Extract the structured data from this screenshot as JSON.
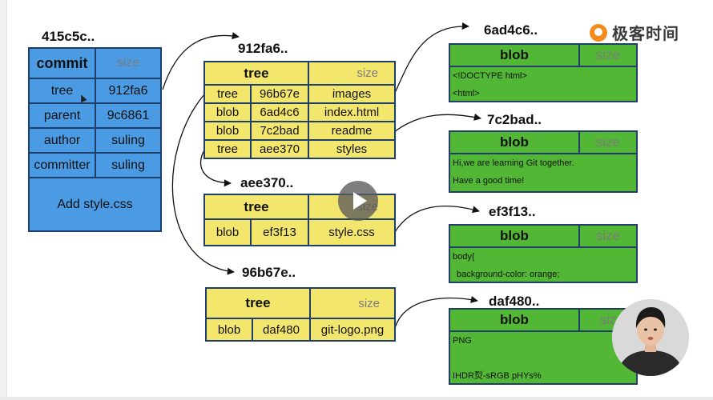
{
  "commit": {
    "hash": "415c5c..",
    "type": "commit",
    "size": "size",
    "rows": [
      {
        "key": "tree",
        "value": "912fa6"
      },
      {
        "key": "parent",
        "value": "9c6861"
      },
      {
        "key": "author",
        "value": "suling"
      },
      {
        "key": "committer",
        "value": "suling"
      }
    ],
    "message": "Add style.css"
  },
  "trees": [
    {
      "hash": "912fa6..",
      "type": "tree",
      "size": "size",
      "rows": [
        {
          "kind": "tree",
          "id": "96b67e",
          "name": "images"
        },
        {
          "kind": "blob",
          "id": "6ad4c6",
          "name": "index.html"
        },
        {
          "kind": "blob",
          "id": "7c2bad",
          "name": "readme"
        },
        {
          "kind": "tree",
          "id": "aee370",
          "name": "styles"
        }
      ]
    },
    {
      "hash": "aee370..",
      "type": "tree",
      "size": "size",
      "rows": [
        {
          "kind": "blob",
          "id": "ef3f13",
          "name": "style.css"
        }
      ]
    },
    {
      "hash": "96b67e..",
      "type": "tree",
      "size": "size",
      "rows": [
        {
          "kind": "blob",
          "id": "daf480",
          "name": "git-logo.png"
        }
      ]
    }
  ],
  "blobs": [
    {
      "hash": "6ad4c6..",
      "type": "blob",
      "size": "size",
      "lines": [
        "<!DOCTYPE html>",
        "<html>"
      ]
    },
    {
      "hash": "7c2bad..",
      "type": "blob",
      "size": "size",
      "lines": [
        "Hi,we are learning Git together.",
        "Have a good time!"
      ]
    },
    {
      "hash": "ef3f13..",
      "type": "blob",
      "size": "size",
      "lines": [
        "body{",
        "  background-color: orange;"
      ]
    },
    {
      "hash": "daf480..",
      "type": "blob",
      "size": "siz",
      "lines": [
        "PNG",
        "",
        "IHDR烮-sRGB pHYs%"
      ]
    }
  ],
  "brand": {
    "name": "极客时间",
    "color": "#f58a1f"
  },
  "icons": {
    "play": "play-icon",
    "cursor": "mouse-cursor-icon",
    "logo": "geektime-logo-icon"
  },
  "colors": {
    "commit": "#4a9be3",
    "tree": "#f3e66d",
    "blob": "#52b734",
    "border": "#1f3f6a"
  }
}
